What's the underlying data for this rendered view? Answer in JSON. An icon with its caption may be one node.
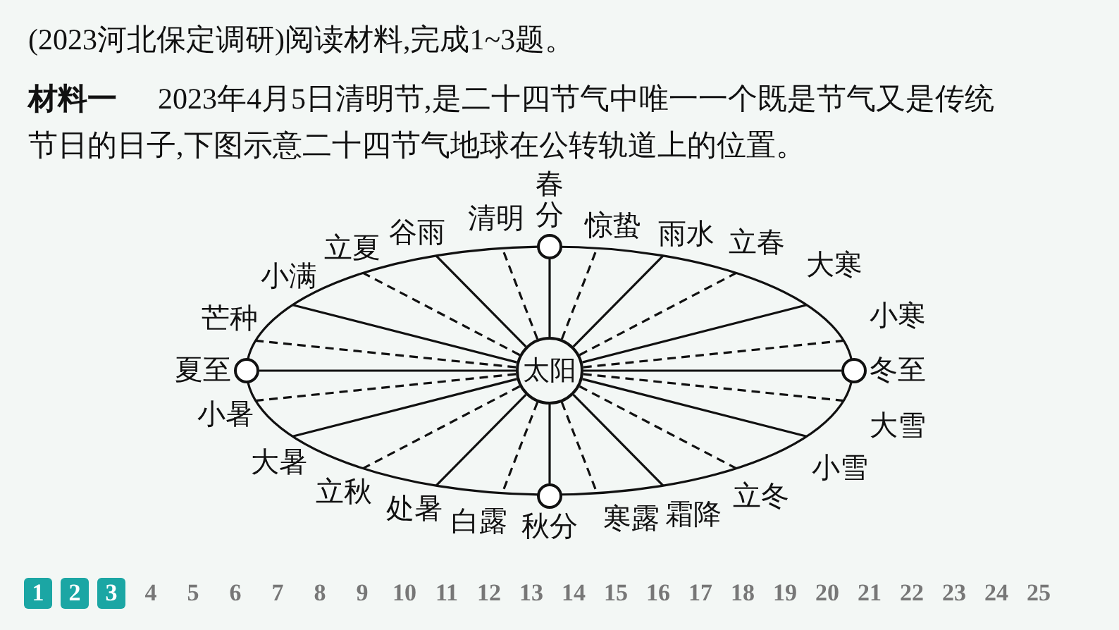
{
  "diagram": {
    "nodes": [
      {
        "text": [
          "太阳"
        ]
      },
      {
        "text": [
          "春分"
        ]
      },
      {
        "text": [
          "夏至"
        ]
      },
      {
        "text": [
          "冬至"
        ]
      },
      {
        "text": [
          "秋分"
        ]
      }
    ],
    "edges": [
      {
        "from": 0,
        "to": 1,
        "arrow": "none"
      },
      {
        "from": 0,
        "to": 2,
        "arrow": "none"
      },
      {
        "from": 0,
        "to": 3,
        "arrow": "none"
      },
      {
        "from": 0,
        "to": 4,
        "arrow": "none"
      }
    ],
    "labels": [
      "(2023河北保定调研)阅读材料,完成1~3题。",
      "**材料一**　2023年4月5日清明节,是二十四节气中唯一一个既是节气又是传统节日的日子,下图示意二十四节气地球在公转轨道上的位置。",
      "清明",
      "惊蛰",
      "立夏",
      "谷雨",
      "雨水",
      "立春",
      "小满",
      "大寒",
      "芒种",
      "小寒",
      "小暑",
      "大雪",
      "大暑",
      "小雪",
      "立秋",
      "处暑",
      "白露",
      "寒露",
      "霜降",
      "立冬",
      "1",
      "2",
      "3",
      "4",
      "5",
      "6",
      "7",
      "8",
      "9",
      "10",
      "11",
      "12",
      "13",
      "14",
      "15",
      "16",
      "17",
      "18",
      "19",
      "20",
      "21",
      "22",
      "23",
      "24",
      "25"
    ]
  }
}
